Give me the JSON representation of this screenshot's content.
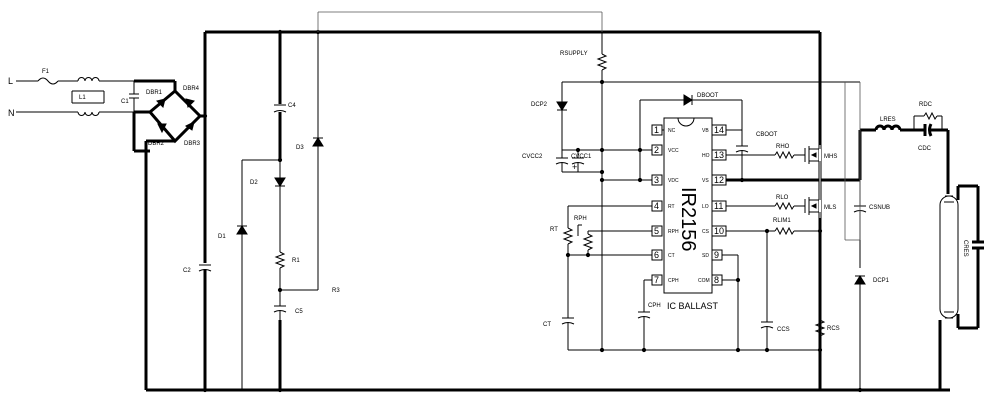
{
  "ic": {
    "part": "IR2156",
    "caption": "IC BALLAST"
  },
  "pins": [
    {
      "num": "1",
      "name": "NC"
    },
    {
      "num": "2",
      "name": "VCC"
    },
    {
      "num": "3",
      "name": "VDC"
    },
    {
      "num": "4",
      "name": "RT"
    },
    {
      "num": "5",
      "name": "RPH"
    },
    {
      "num": "6",
      "name": "CT"
    },
    {
      "num": "7",
      "name": "CPH"
    },
    {
      "num": "8",
      "name": "COM"
    },
    {
      "num": "9",
      "name": "SD"
    },
    {
      "num": "10",
      "name": "CS"
    },
    {
      "num": "11",
      "name": "LO"
    },
    {
      "num": "12",
      "name": "VS"
    },
    {
      "num": "13",
      "name": "HO"
    },
    {
      "num": "14",
      "name": "VB"
    }
  ],
  "lines": {
    "live": "L",
    "neutral": "N"
  },
  "components": {
    "f1": "F1",
    "l1": "L1",
    "c1": "C1",
    "dbr1": "DBR1",
    "dbr2": "DBR2",
    "dbr3": "DBR3",
    "dbr4": "DBR4",
    "c2": "C2",
    "c4": "C4",
    "c5": "C5",
    "d1": "D1",
    "d2": "D2",
    "d3": "D3",
    "r1": "R1",
    "r3": "R3",
    "rsupply": "RSUPPLY",
    "dcp2": "DCP2",
    "cvcc2": "CVCC2",
    "cvcc1": "CVCC1",
    "dboot": "DBOOT",
    "cboot": "CBOOT",
    "rho": "RHO",
    "mhs": "MHS",
    "rlo": "RLO",
    "mls": "MLS",
    "rlim1": "RLIM1",
    "rt": "RT",
    "rph": "RPH",
    "ct": "CT",
    "cph": "CPH",
    "ccs": "CCS",
    "rcs": "RCS",
    "lres": "LRES",
    "rdc": "RDC",
    "cdc": "CDC",
    "csnub": "CSNUB",
    "dcp1": "DCP1",
    "cres": "CRES"
  },
  "plus_sign": "+"
}
